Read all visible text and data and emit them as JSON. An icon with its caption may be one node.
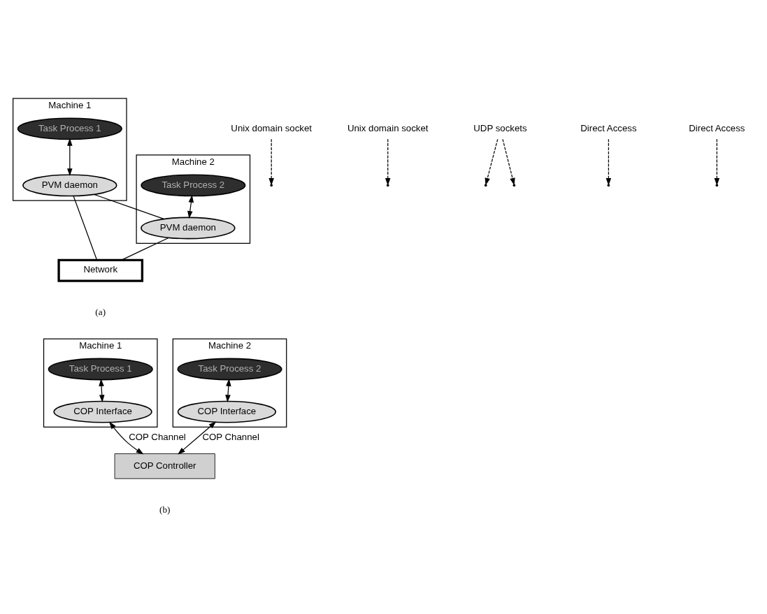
{
  "diagram": {
    "nodes": [
      {
        "text": [
          "Machine 1"
        ]
      },
      {
        "text": [
          "Task Process 1"
        ],
        "in": 0
      },
      {
        "text": [
          "PVM daemon"
        ],
        "in": 0
      },
      {
        "text": [
          "Machine 2"
        ]
      },
      {
        "text": [
          "Task Process 2"
        ],
        "in": 3
      },
      {
        "text": [
          "PVM daemon"
        ],
        "in": 3
      },
      {
        "text": [
          "Unix domain socket"
        ]
      },
      {
        "text": [
          "Unix domain socket"
        ]
      },
      {
        "text": [
          "UDP sockets"
        ]
      },
      {
        "text": [
          "Network"
        ]
      },
      {
        "text": [
          "Machine 1"
        ]
      },
      {
        "text": [
          "Task Process 1"
        ],
        "in": 10
      },
      {
        "text": [
          "COP Interface"
        ],
        "in": 10
      },
      {
        "text": [
          "Machine 2"
        ]
      },
      {
        "text": [
          "Task Process 2"
        ],
        "in": 13
      },
      {
        "text": [
          "COP Interface"
        ],
        "in": 13
      },
      {
        "text": [
          "Direct Access"
        ]
      },
      {
        "text": [
          "Direct Access"
        ]
      },
      {
        "text": [
          "COP Controller"
        ]
      }
    ],
    "edges": [
      {
        "from": 1,
        "to": 2,
        "arrow": "both"
      },
      {
        "from": 4,
        "to": 5,
        "arrow": "both"
      },
      {
        "from": 6,
        "to": null,
        "arrow": "to",
        "style": "dashed"
      },
      {
        "from": 7,
        "to": null,
        "arrow": "to",
        "style": "dashed"
      },
      {
        "from": 2,
        "to": 5,
        "arrow": "none"
      },
      {
        "from": 2,
        "to": 9,
        "arrow": "none"
      },
      {
        "from": 5,
        "to": 9,
        "arrow": "none"
      },
      {
        "from": 8,
        "to": null,
        "arrow": "to",
        "style": "dashed"
      },
      {
        "from": 8,
        "to": null,
        "arrow": "to",
        "style": "dashed"
      },
      {
        "from": 11,
        "to": 12,
        "arrow": "both"
      },
      {
        "from": 14,
        "to": 15,
        "arrow": "both"
      },
      {
        "from": 16,
        "to": null,
        "arrow": "to",
        "style": "dashed"
      },
      {
        "from": 17,
        "to": null,
        "arrow": "to",
        "style": "dashed"
      },
      {
        "from": 12,
        "to": 18,
        "arrow": "both",
        "label": "COP Channel"
      },
      {
        "from": 15,
        "to": 18,
        "arrow": "both",
        "label": "COP Channel"
      }
    ],
    "labels": [
      "(a)",
      "(b)"
    ]
  }
}
